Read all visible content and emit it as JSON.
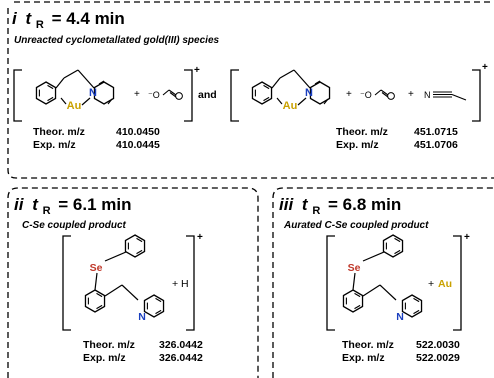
{
  "panel1": {
    "roman": "i",
    "tr_label": "t",
    "tr_sub": "R",
    "tr_value": "= 4.4 min",
    "subtitle": "Unreacted cyclometallated gold(III) species",
    "metal": "Au",
    "ligand_n": "N",
    "plus1": "+",
    "plus2": "+",
    "charge": "+",
    "and_label": "and",
    "formate": "⁻O",
    "nitrile_n": "N",
    "left": {
      "theor_label": "Theor. m/z",
      "theor_value": "410.0450",
      "exp_label": "Exp. m/z",
      "exp_value": "410.0445"
    },
    "right": {
      "theor_label": "Theor. m/z",
      "theor_value": "451.0715",
      "exp_label": "Exp. m/z",
      "exp_value": "451.0706"
    }
  },
  "panel2": {
    "roman": "ii",
    "tr_label": "t",
    "tr_sub": "R",
    "tr_value": "= 6.1 min",
    "subtitle": "C-Se coupled product",
    "se": "Se",
    "ligand_n": "N",
    "adduct": "+ H",
    "charge": "+",
    "theor_label": "Theor. m/z",
    "theor_value": "326.0442",
    "exp_label": "Exp. m/z",
    "exp_value": "326.0442"
  },
  "panel3": {
    "roman": "iii",
    "tr_label": "t",
    "tr_sub": "R",
    "tr_value": "= 6.8 min",
    "subtitle": "Aurated C-Se coupled product",
    "se": "Se",
    "ligand_n": "N",
    "adduct_plus": "+",
    "adduct_metal": "Au",
    "charge": "+",
    "theor_label": "Theor. m/z",
    "theor_value": "522.0030",
    "exp_label": "Exp. m/z",
    "exp_value": "522.0029"
  },
  "colors": {
    "gold": "#c9a100",
    "selenium": "#c0392b",
    "nitrogen": "#1a3fbf",
    "ink": "#000000"
  }
}
